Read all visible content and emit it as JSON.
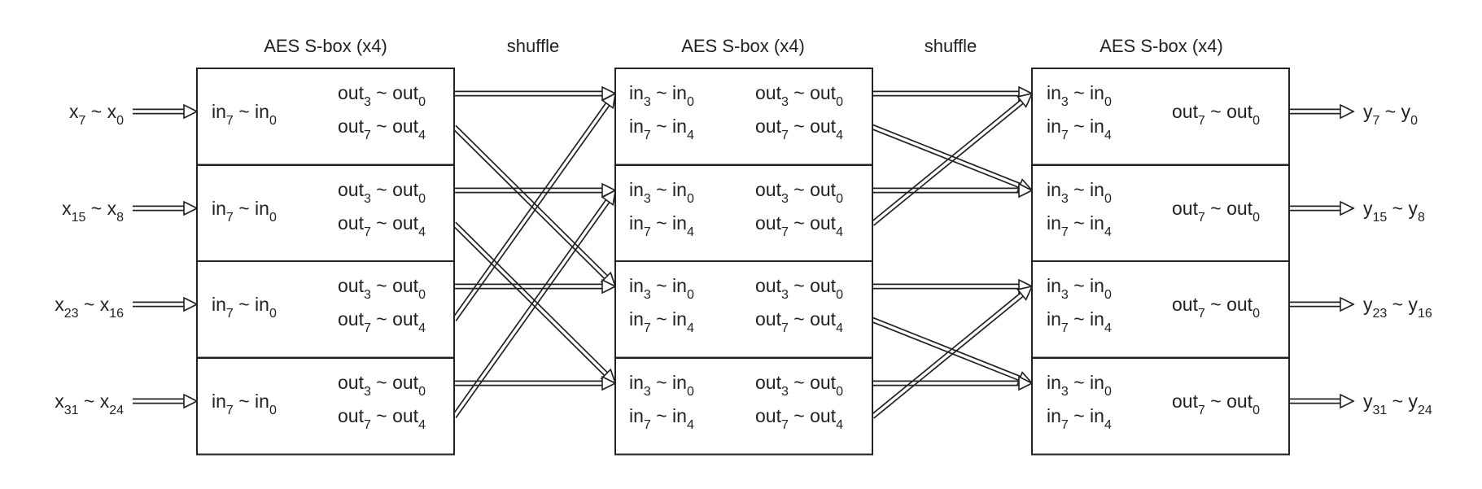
{
  "colors": {
    "stroke": "#222222",
    "background": "#ffffff"
  },
  "headers": {
    "stage1": "AES S-box (x4)",
    "shuffle1": "shuffle",
    "stage2": "AES S-box  (x4)",
    "shuffle2": "shuffle",
    "stage3": "AES S-box  (x4)"
  },
  "inputs": [
    {
      "a": "x",
      "as": "7",
      "sep": " ~ ",
      "b": "x",
      "bs": "0"
    },
    {
      "a": "x",
      "as": "15",
      "sep": " ~ ",
      "b": "x",
      "bs": "8"
    },
    {
      "a": "x",
      "as": "23",
      "sep": " ~ ",
      "b": "x",
      "bs": "16"
    },
    {
      "a": "x",
      "as": "31",
      "sep": " ~ ",
      "b": "x",
      "bs": "24"
    }
  ],
  "outputs": [
    {
      "a": "y",
      "as": "7",
      "sep": " ~ ",
      "b": "y",
      "bs": "0"
    },
    {
      "a": "y",
      "as": "15",
      "sep": " ~ ",
      "b": "y",
      "bs": "8"
    },
    {
      "a": "y",
      "as": "23",
      "sep": " ~ ",
      "b": "y",
      "bs": "16"
    },
    {
      "a": "y",
      "as": "31",
      "sep": " ~ ",
      "b": "y",
      "bs": "24"
    }
  ],
  "stage1_box": {
    "in": {
      "a": "in",
      "as": "7",
      "sep": " ~ ",
      "b": "in",
      "bs": "0"
    },
    "out_low": {
      "a": "out",
      "as": "3",
      "sep": " ~ ",
      "b": "out",
      "bs": "0"
    },
    "out_high": {
      "a": "out",
      "as": "7",
      "sep": " ~ ",
      "b": "out",
      "bs": "4"
    }
  },
  "stage2_box": {
    "in_low": {
      "a": "in",
      "as": "3",
      "sep": " ~ ",
      "b": "in",
      "bs": "0"
    },
    "in_high": {
      "a": "in",
      "as": "7",
      "sep": " ~ ",
      "b": "in",
      "bs": "4"
    },
    "out_low": {
      "a": "out",
      "as": "3",
      "sep": " ~ ",
      "b": "out",
      "bs": "0"
    },
    "out_high": {
      "a": "out",
      "as": "7",
      "sep": " ~ ",
      "b": "out",
      "bs": "4"
    }
  },
  "stage3_box": {
    "in_low": {
      "a": "in",
      "as": "3",
      "sep": " ~ ",
      "b": "in",
      "bs": "0"
    },
    "in_high": {
      "a": "in",
      "as": "7",
      "sep": " ~ ",
      "b": "in",
      "bs": "4"
    },
    "out": {
      "a": "out",
      "as": "7",
      "sep": " ~ ",
      "b": "out",
      "bs": "0"
    }
  },
  "shuffle1_wiring": [
    0,
    2,
    1,
    3,
    2,
    0,
    3,
    1
  ],
  "shuffle2_wiring": [
    0,
    1,
    1,
    0,
    2,
    3,
    3,
    2
  ]
}
